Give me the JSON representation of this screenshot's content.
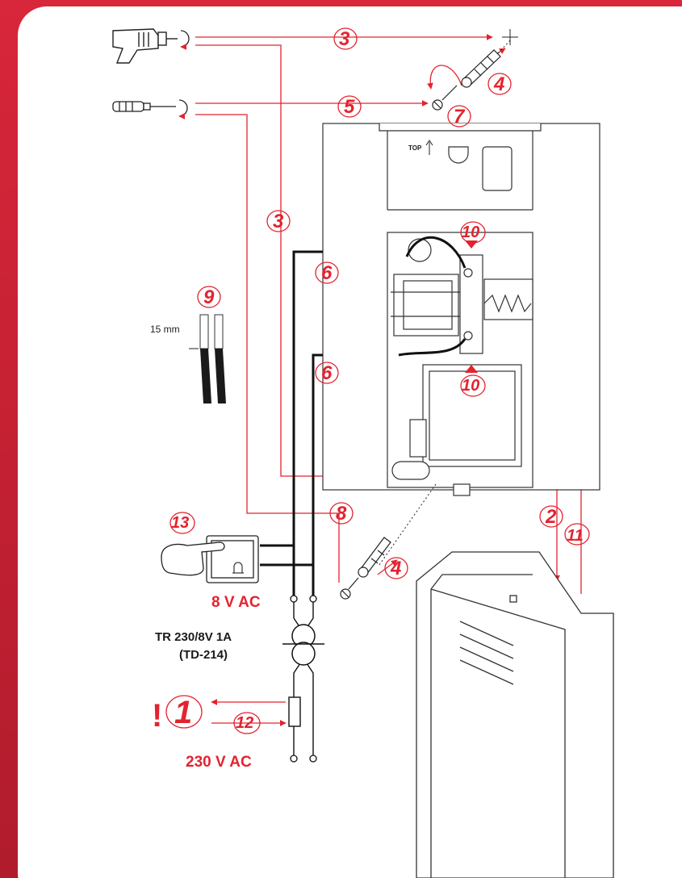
{
  "steps": {
    "s1": "1",
    "s2": "2",
    "s3a": "3",
    "s3b": "3",
    "s4a": "4",
    "s4b": "4",
    "s5": "5",
    "s6a": "6",
    "s6b": "6",
    "s7": "7",
    "s8": "8",
    "s9": "9",
    "s10a": "10",
    "s10b": "10",
    "s11": "11",
    "s12": "12",
    "s13": "13"
  },
  "labels": {
    "top": "TOP",
    "strip_length": "15 mm",
    "voltage_low": "8 V AC",
    "voltage_mains": "230 V AC",
    "transformer_line1": "TR 230/8V 1A",
    "transformer_line2": "(TD-214)",
    "warning": "!"
  },
  "colors": {
    "accent": "#e3232f",
    "frame": "#c41e2e",
    "panel": "#ffffff",
    "ink": "#1a1a1a"
  },
  "icons": [
    "drill-icon",
    "screwdriver-icon",
    "rotate-icon",
    "wall-plug-icon",
    "screw-icon",
    "hand-pointer-icon",
    "bell-icon",
    "transformer-icon",
    "fuse-icon"
  ]
}
